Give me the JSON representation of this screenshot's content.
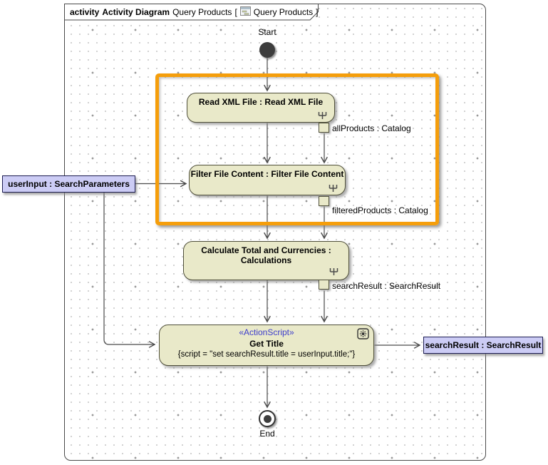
{
  "frame": {
    "keyword": "activity",
    "diagram_type": "Activity Diagram",
    "diagram_name": "Query Products",
    "bracket_open": "[",
    "tab_diagram_name": "Query Products",
    "bracket_close": "]"
  },
  "nodes": {
    "start": {
      "label": "Start"
    },
    "read_xml": {
      "label": "Read XML File : Read XML File"
    },
    "filter": {
      "label": "Filter File Content : Filter File Content"
    },
    "calculate": {
      "label_line1": "Calculate Total and Currencies :",
      "label_line2": "Calculations"
    },
    "get_title": {
      "stereotype": "«ActionScript»",
      "label": "Get Title",
      "script_constraint": "{script = \"set searchResult.title = userInput.title;\"}"
    },
    "end": {
      "label": "End"
    }
  },
  "pins": {
    "all_products": {
      "label": "allProducts : Catalog"
    },
    "filtered_products": {
      "label": "filteredProducts : Catalog"
    },
    "search_result": {
      "label": "searchResult : SearchResult"
    }
  },
  "activity_parameters": {
    "user_input": {
      "label": "userInput : SearchParameters"
    },
    "search_result_out": {
      "label": "searchResult : SearchResult"
    }
  },
  "colors": {
    "node_fill": "#e9e9c9",
    "node_border": "#4f4f3a",
    "parameter_fill": "#ccccf5",
    "parameter_border": "#1c1c52",
    "highlight_orange": "#f59e0b",
    "stereotype_blue": "#3c3ccc",
    "edge_gray": "#4a4a4a"
  }
}
